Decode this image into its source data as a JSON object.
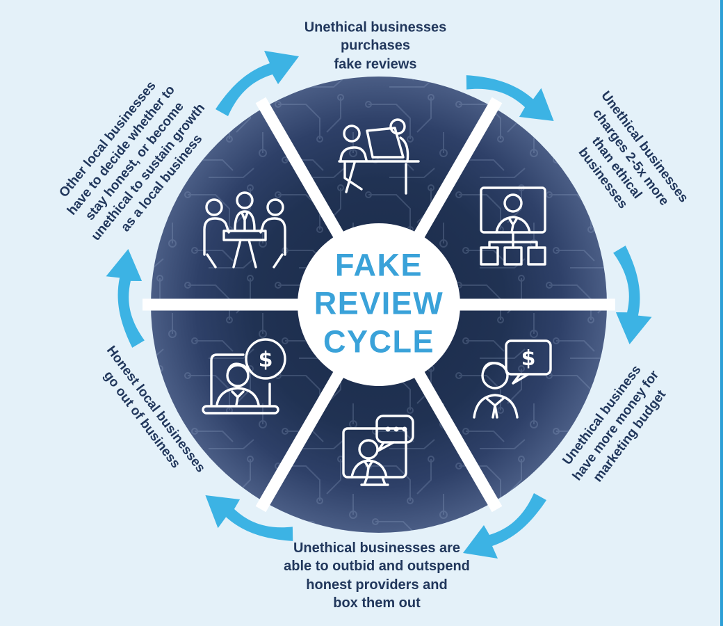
{
  "title": "FAKE REVIEW CYCLE infographic",
  "colors": {
    "background": "#e4f1f9",
    "disc_navy": "#1c2b4b",
    "arrow_blue": "#3cb3e4",
    "title_blue": "#3aa2d9",
    "label_navy": "#21375c"
  },
  "center": {
    "lines": [
      "FAKE",
      "REVIEW",
      "CYCLE"
    ]
  },
  "cycle_steps": [
    {
      "position": "top",
      "icon": "two-people-desk-laptop-icon",
      "lines": [
        "Unethical businesses",
        "purchases",
        "fake reviews"
      ]
    },
    {
      "position": "top-right",
      "icon": "monitor-person-orgchart-icon",
      "lines": [
        "Unethical businesses",
        "charges 2-5x more",
        "than ethical",
        "businesses"
      ]
    },
    {
      "position": "bottom-right",
      "icon": "person-dollar-speech-icon",
      "lines": [
        "Unethical business",
        "have more money for",
        "marketing budget"
      ]
    },
    {
      "position": "bottom",
      "icon": "monitor-person-chat-icon",
      "lines": [
        "Unethical businesses are",
        "able to outbid and outspend",
        "honest providers and",
        "box them out"
      ]
    },
    {
      "position": "bottom-left",
      "icon": "person-laptop-dollar-icon",
      "lines": [
        "Honest local businesses",
        "go out of business"
      ]
    },
    {
      "position": "top-left",
      "icon": "meeting-table-icon",
      "lines": [
        "Other local businesses",
        "have to decide whether to",
        "stay honest, or become",
        "unethical to sustain growth",
        "as a local business"
      ]
    }
  ]
}
